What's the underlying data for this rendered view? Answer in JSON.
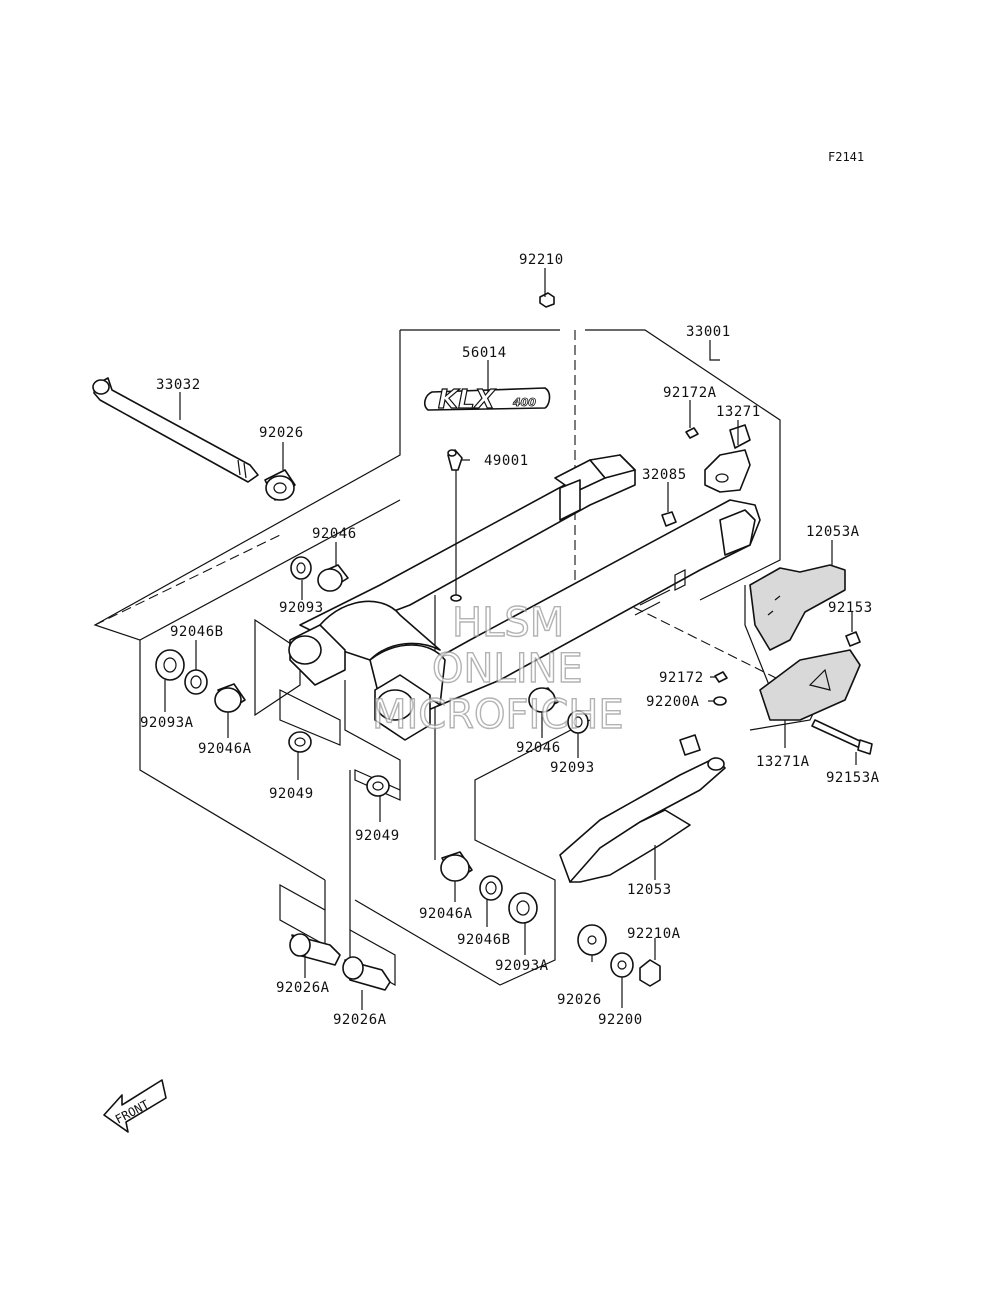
{
  "figure_code": "F2141",
  "watermark": [
    "HLSM",
    "ONLINE",
    "MICROFICHE"
  ],
  "decal_text": {
    "main": "KLX",
    "sub": "400"
  },
  "front_arrow_label": "FRONT",
  "parts": [
    {
      "id": "p92210",
      "label": "92210"
    },
    {
      "id": "p33001",
      "label": "33001"
    },
    {
      "id": "p56014",
      "label": "56014"
    },
    {
      "id": "p33032",
      "label": "33032"
    },
    {
      "id": "p92026a",
      "label": "92026"
    },
    {
      "id": "p49001",
      "label": "49001"
    },
    {
      "id": "p92172A",
      "label": "92172A"
    },
    {
      "id": "p13271",
      "label": "13271"
    },
    {
      "id": "p32085",
      "label": "32085"
    },
    {
      "id": "p12053A",
      "label": "12053A"
    },
    {
      "id": "p92046a",
      "label": "92046"
    },
    {
      "id": "p92093a",
      "label": "92093"
    },
    {
      "id": "p92153",
      "label": "92153"
    },
    {
      "id": "p92046B_a",
      "label": "92046B"
    },
    {
      "id": "p92093A_a",
      "label": "92093A"
    },
    {
      "id": "p92046A_a",
      "label": "92046A"
    },
    {
      "id": "p92172",
      "label": "92172"
    },
    {
      "id": "p92200A",
      "label": "92200A"
    },
    {
      "id": "p13271A",
      "label": "13271A"
    },
    {
      "id": "p92153A",
      "label": "92153A"
    },
    {
      "id": "p92046b",
      "label": "92046"
    },
    {
      "id": "p92093b",
      "label": "92093"
    },
    {
      "id": "p92049a",
      "label": "92049"
    },
    {
      "id": "p92049b",
      "label": "92049"
    },
    {
      "id": "p12053",
      "label": "12053"
    },
    {
      "id": "p92046A_b",
      "label": "92046A"
    },
    {
      "id": "p92046B_b",
      "label": "92046B"
    },
    {
      "id": "p92093A_b",
      "label": "92093A"
    },
    {
      "id": "p92210A",
      "label": "92210A"
    },
    {
      "id": "p92026b",
      "label": "92026"
    },
    {
      "id": "p92200",
      "label": "92200"
    },
    {
      "id": "p92026A_a",
      "label": "92026A"
    },
    {
      "id": "p92026A_b",
      "label": "92026A"
    }
  ]
}
